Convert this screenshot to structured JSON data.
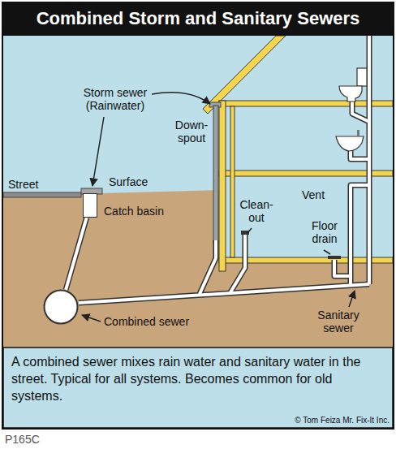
{
  "diagram": {
    "title": "Combined Storm and Sanitary Sewers",
    "caption": "A combined sewer mixes rain water and sanitary water in the street. Typical for all systems. Becomes common for old systems.",
    "nodes": [
      {
        "text": [
          "Catch basin"
        ]
      },
      {
        "text": [
          "Combined sewer"
        ]
      }
    ],
    "edges": [
      {
        "from": 0,
        "to": 1,
        "arrow": "none"
      }
    ],
    "labels": [
      "Storm sewer (Rainwater)",
      "Down- spout",
      "Street",
      "Surface",
      "Clean- out",
      "Vent",
      "Floor drain",
      "Sanitary sewer",
      "© Tom Feiza Mr. Fix-It Inc.",
      "P165C"
    ]
  }
}
